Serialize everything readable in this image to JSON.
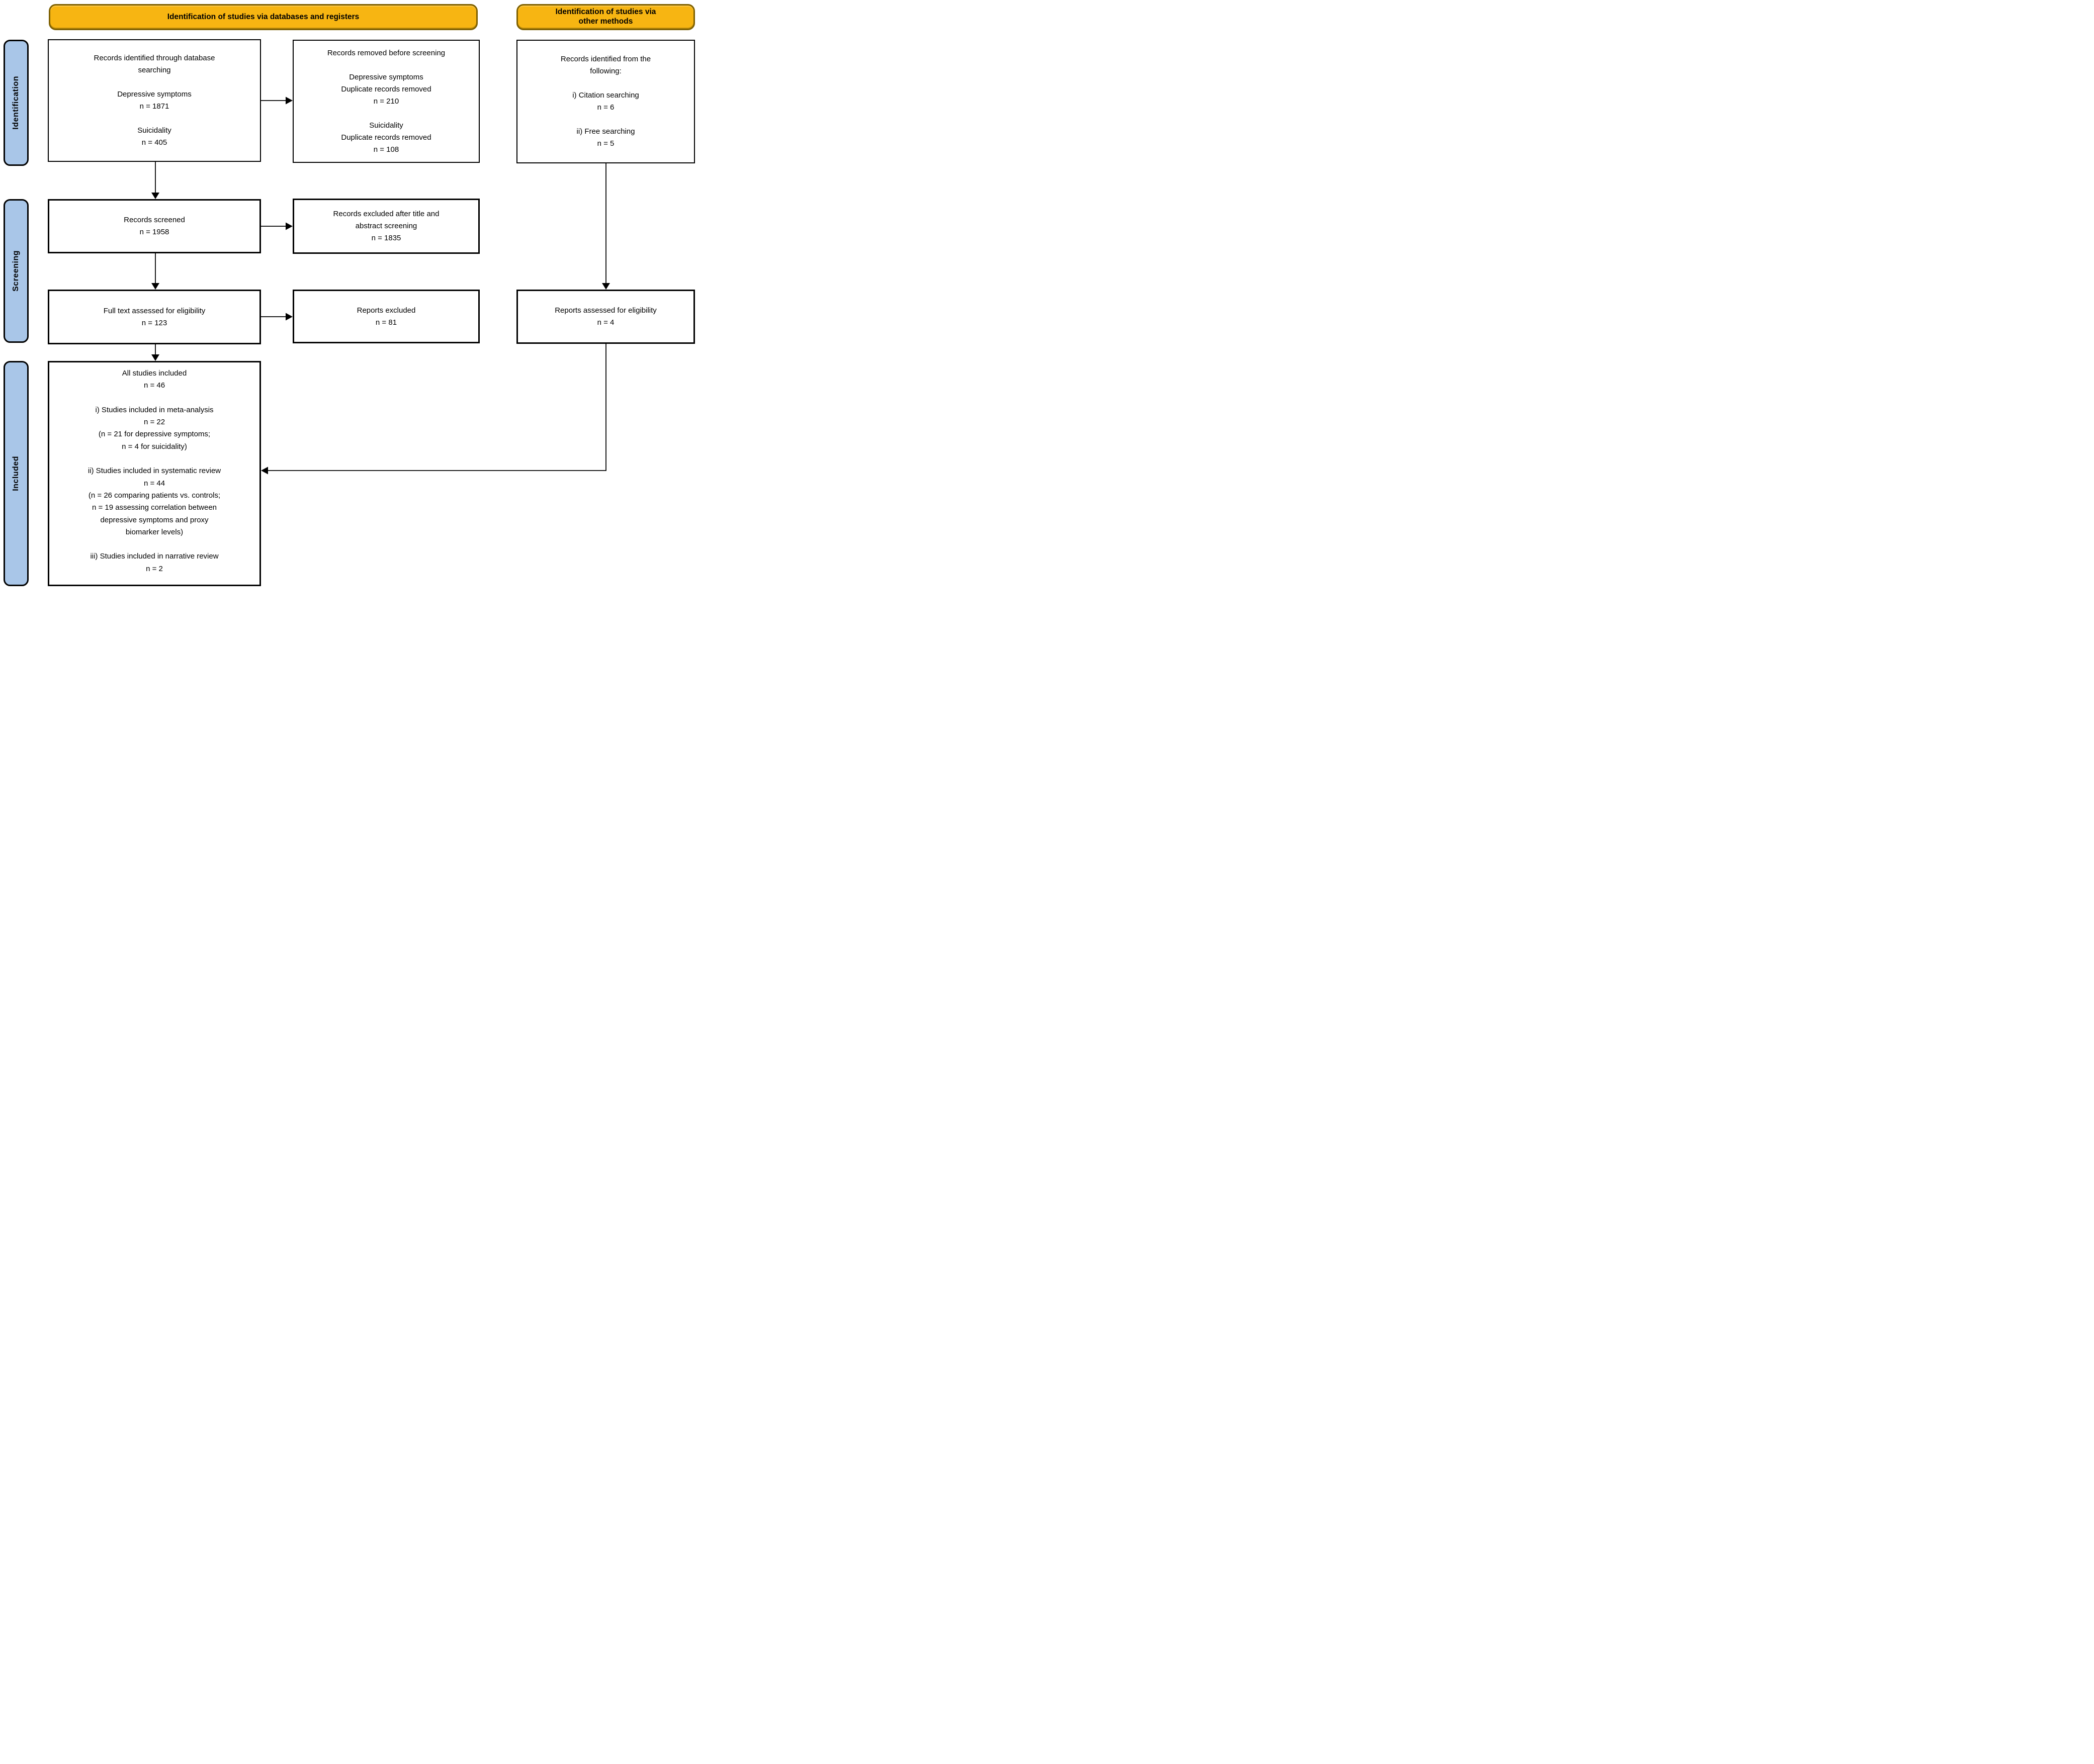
{
  "palette": {
    "header_fill": "#F7B512",
    "header_border": "#7E6000",
    "stage_fill": "#A9C6E8",
    "box_border": "#000000",
    "arrow": "#000000",
    "background": "#FFFFFF"
  },
  "headers": {
    "databases": "Identification of studies via databases and registers",
    "other_methods": "Identification of studies via\nother methods"
  },
  "sidebar": [
    {
      "id": "identification",
      "label": "Identification"
    },
    {
      "id": "screening",
      "label": "Screening"
    },
    {
      "id": "included",
      "label": "Included"
    }
  ],
  "boxes": {
    "records_identified": "Records identified through database\nsearching\n\nDepressive symptoms\nn = 1871\n\nSuicidality\nn = 405",
    "records_removed": "Records removed before screening\n\nDepressive symptoms\nDuplicate records removed\nn = 210\n\nSuicidality\nDuplicate records removed\nn = 108",
    "records_other_methods": "Records identified from the\nfollowing:\n\ni) Citation searching\nn = 6\n\nii) Free searching\nn = 5",
    "records_screened": "Records screened\nn = 1958",
    "records_excluded": "Records excluded after title and\nabstract screening\nn = 1835",
    "fulltext_assessed": "Full text assessed for eligibility\nn = 123",
    "reports_excluded": "Reports excluded\nn = 81",
    "reports_assessed": "Reports assessed for eligibility\nn = 4",
    "included_studies": "All studies included\nn = 46\n\ni) Studies included in meta-analysis\nn = 22\n(n = 21 for depressive symptoms;\nn = 4 for suicidality)\n\nii) Studies included in systematic review\nn = 44\n(n = 26  comparing patients vs. controls;\nn = 19  assessing correlation between\ndepressive symptoms and proxy\nbiomarker levels)\n\niii) Studies included in narrative review\nn = 2"
  }
}
